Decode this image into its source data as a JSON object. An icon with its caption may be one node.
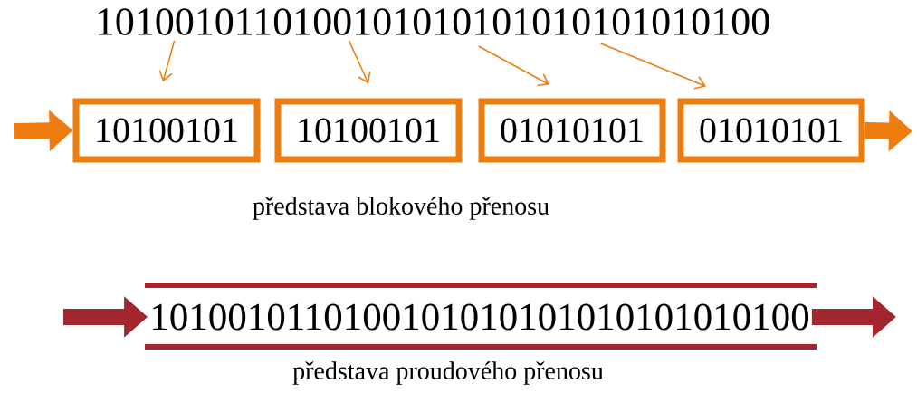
{
  "diagram": {
    "nodes": [
      {
        "text": [
          "1010010110100101010101010101010100"
        ]
      },
      {
        "text": [
          "10100101"
        ]
      },
      {
        "text": [
          "10100101"
        ]
      },
      {
        "text": [
          "01010101"
        ]
      },
      {
        "text": [
          "01010101"
        ]
      },
      {
        "text": [
          "1010010110100101010101010101010100"
        ]
      }
    ],
    "edges": [
      {
        "from": 0,
        "to": 1,
        "arrow": "to"
      },
      {
        "from": 0,
        "to": 2,
        "arrow": "to"
      },
      {
        "from": 0,
        "to": 3,
        "arrow": "to"
      },
      {
        "from": 0,
        "to": 4,
        "arrow": "to"
      },
      {
        "from": null,
        "to": 1,
        "arrow": "to",
        "style": "thick"
      },
      {
        "from": 4,
        "to": null,
        "arrow": "to",
        "style": "thick"
      },
      {
        "from": null,
        "to": 5,
        "arrow": "to",
        "style": "thick",
        "color": "#a3262f"
      },
      {
        "from": 5,
        "to": null,
        "arrow": "to",
        "style": "thick",
        "color": "#a3262f"
      }
    ],
    "labels": [
      "představa blokového přenosu",
      "představa proudového přenosu"
    ]
  }
}
